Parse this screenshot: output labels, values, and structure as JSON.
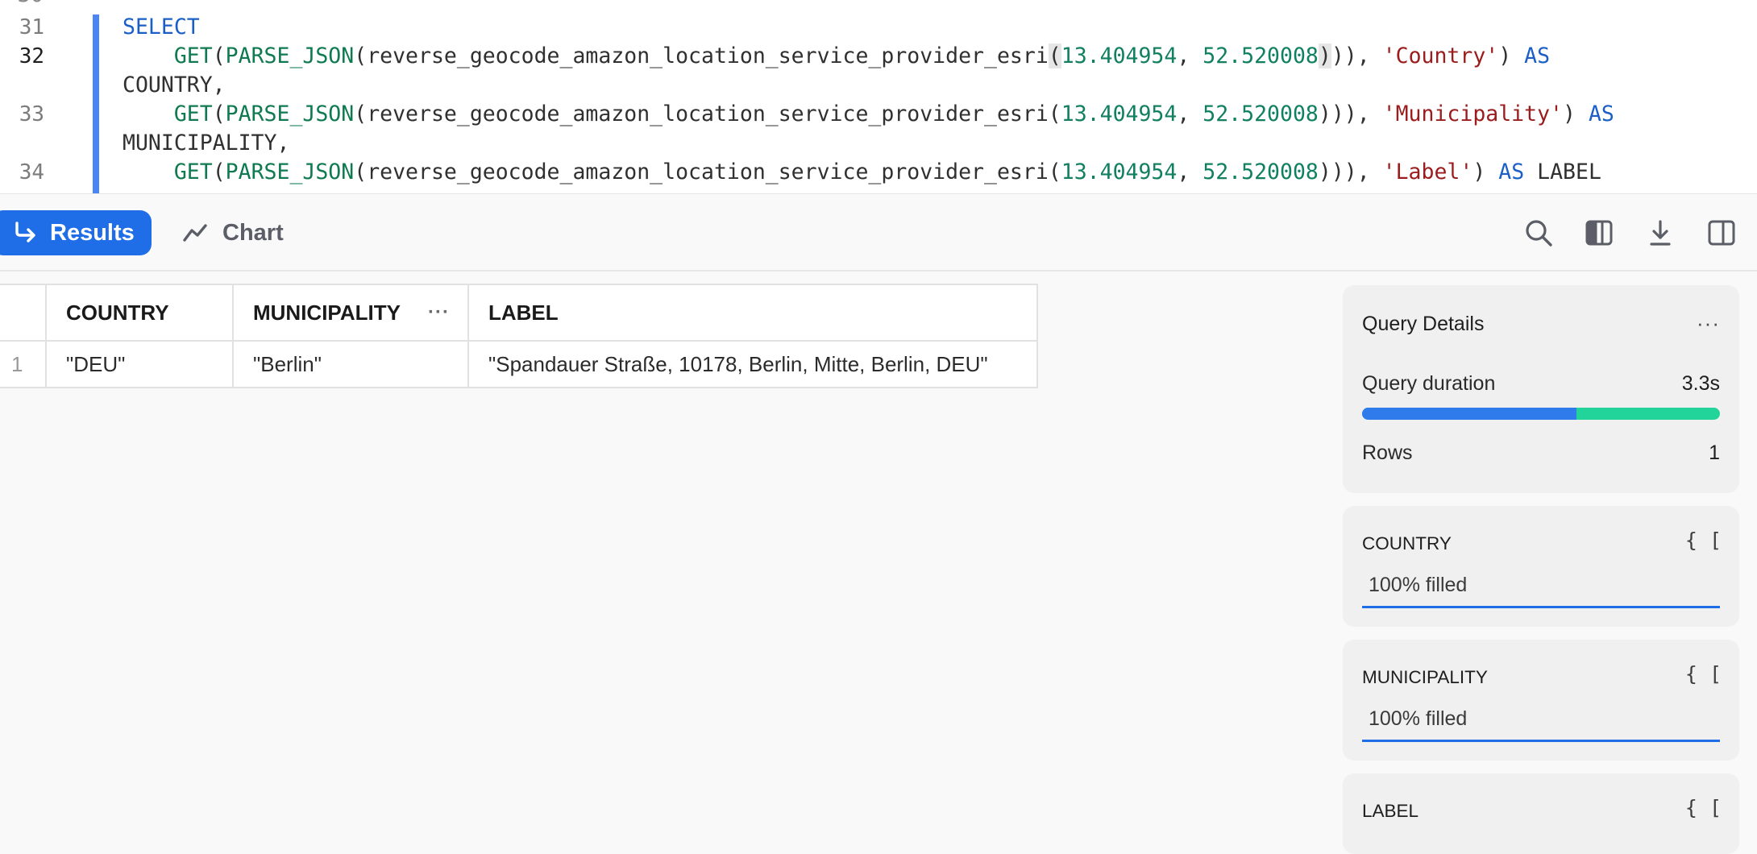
{
  "editor": {
    "partial_line_above": "30",
    "lines": [
      {
        "number": "31",
        "active": false,
        "indent": "",
        "tokens": [
          {
            "t": "SELECT",
            "c": "kw"
          }
        ]
      },
      {
        "number": "32",
        "active": true,
        "indent": "    ",
        "tokens": [
          {
            "t": "GET",
            "c": "fn"
          },
          {
            "t": "(",
            "c": "plain"
          },
          {
            "t": "PARSE_JSON",
            "c": "fn"
          },
          {
            "t": "(",
            "c": "plain"
          },
          {
            "t": "reverse_geocode_amazon_location_service_provider_esri",
            "c": "plain"
          },
          {
            "t": "(",
            "c": "plain bracket-hl"
          },
          {
            "t": "13.404954",
            "c": "num"
          },
          {
            "t": ", ",
            "c": "plain"
          },
          {
            "t": "52.520008",
            "c": "num"
          },
          {
            "t": ")",
            "c": "plain bracket-hl"
          },
          {
            "t": ")), ",
            "c": "plain"
          },
          {
            "t": "'Country'",
            "c": "str"
          },
          {
            "t": ") ",
            "c": "plain"
          },
          {
            "t": "AS",
            "c": "kw"
          }
        ]
      },
      {
        "number": "",
        "active": false,
        "indent": "",
        "tokens": [
          {
            "t": "COUNTRY,",
            "c": "plain"
          }
        ]
      },
      {
        "number": "33",
        "active": false,
        "indent": "    ",
        "tokens": [
          {
            "t": "GET",
            "c": "fn"
          },
          {
            "t": "(",
            "c": "plain"
          },
          {
            "t": "PARSE_JSON",
            "c": "fn"
          },
          {
            "t": "(",
            "c": "plain"
          },
          {
            "t": "reverse_geocode_amazon_location_service_provider_esri",
            "c": "plain"
          },
          {
            "t": "(",
            "c": "plain"
          },
          {
            "t": "13.404954",
            "c": "num"
          },
          {
            "t": ", ",
            "c": "plain"
          },
          {
            "t": "52.520008",
            "c": "num"
          },
          {
            "t": "))), ",
            "c": "plain"
          },
          {
            "t": "'Municipality'",
            "c": "str"
          },
          {
            "t": ") ",
            "c": "plain"
          },
          {
            "t": "AS",
            "c": "kw"
          }
        ]
      },
      {
        "number": "",
        "active": false,
        "indent": "",
        "tokens": [
          {
            "t": "MUNICIPALITY,",
            "c": "plain"
          }
        ]
      },
      {
        "number": "34",
        "active": false,
        "indent": "    ",
        "tokens": [
          {
            "t": "GET",
            "c": "fn"
          },
          {
            "t": "(",
            "c": "plain"
          },
          {
            "t": "PARSE_JSON",
            "c": "fn"
          },
          {
            "t": "(",
            "c": "plain"
          },
          {
            "t": "reverse_geocode_amazon_location_service_provider_esri",
            "c": "plain"
          },
          {
            "t": "(",
            "c": "plain"
          },
          {
            "t": "13.404954",
            "c": "num"
          },
          {
            "t": ", ",
            "c": "plain"
          },
          {
            "t": "52.520008",
            "c": "num"
          },
          {
            "t": "))), ",
            "c": "plain"
          },
          {
            "t": "'Label'",
            "c": "str"
          },
          {
            "t": ") ",
            "c": "plain"
          },
          {
            "t": "AS",
            "c": "kw"
          },
          {
            "t": " LABEL",
            "c": "plain"
          }
        ]
      }
    ]
  },
  "tabs": {
    "results_label": "Results",
    "chart_label": "Chart"
  },
  "table": {
    "columns": [
      "COUNTRY",
      "MUNICIPALITY",
      "LABEL"
    ],
    "column_menu": "···",
    "rows": [
      {
        "num": "1",
        "cells": [
          "\"DEU\"",
          "\"Berlin\"",
          "\"Spandauer Straße, 10178, Berlin, Mitte, Berlin, DEU\""
        ]
      }
    ]
  },
  "query_details": {
    "title": "Query Details",
    "more": "···",
    "duration_label": "Query duration",
    "duration_value": "3.3s",
    "duration_split_fraction": 0.6,
    "rows_label": "Rows",
    "rows_value": "1",
    "bar_colors": {
      "primary": "#2f7bec",
      "secondary": "#22d49a"
    }
  },
  "column_cards": [
    {
      "name": "COUNTRY",
      "type_icon": "{ [",
      "filled": "100% filled"
    },
    {
      "name": "MUNICIPALITY",
      "type_icon": "{ [",
      "filled": "100% filled"
    },
    {
      "name": "LABEL",
      "type_icon": "{ [",
      "filled": ""
    }
  ],
  "icons": {
    "results": "return-arrow-icon",
    "chart": "line-chart-icon",
    "toolbar": [
      "search-icon",
      "columns-icon",
      "download-icon",
      "sidebar-toggle-icon"
    ]
  }
}
